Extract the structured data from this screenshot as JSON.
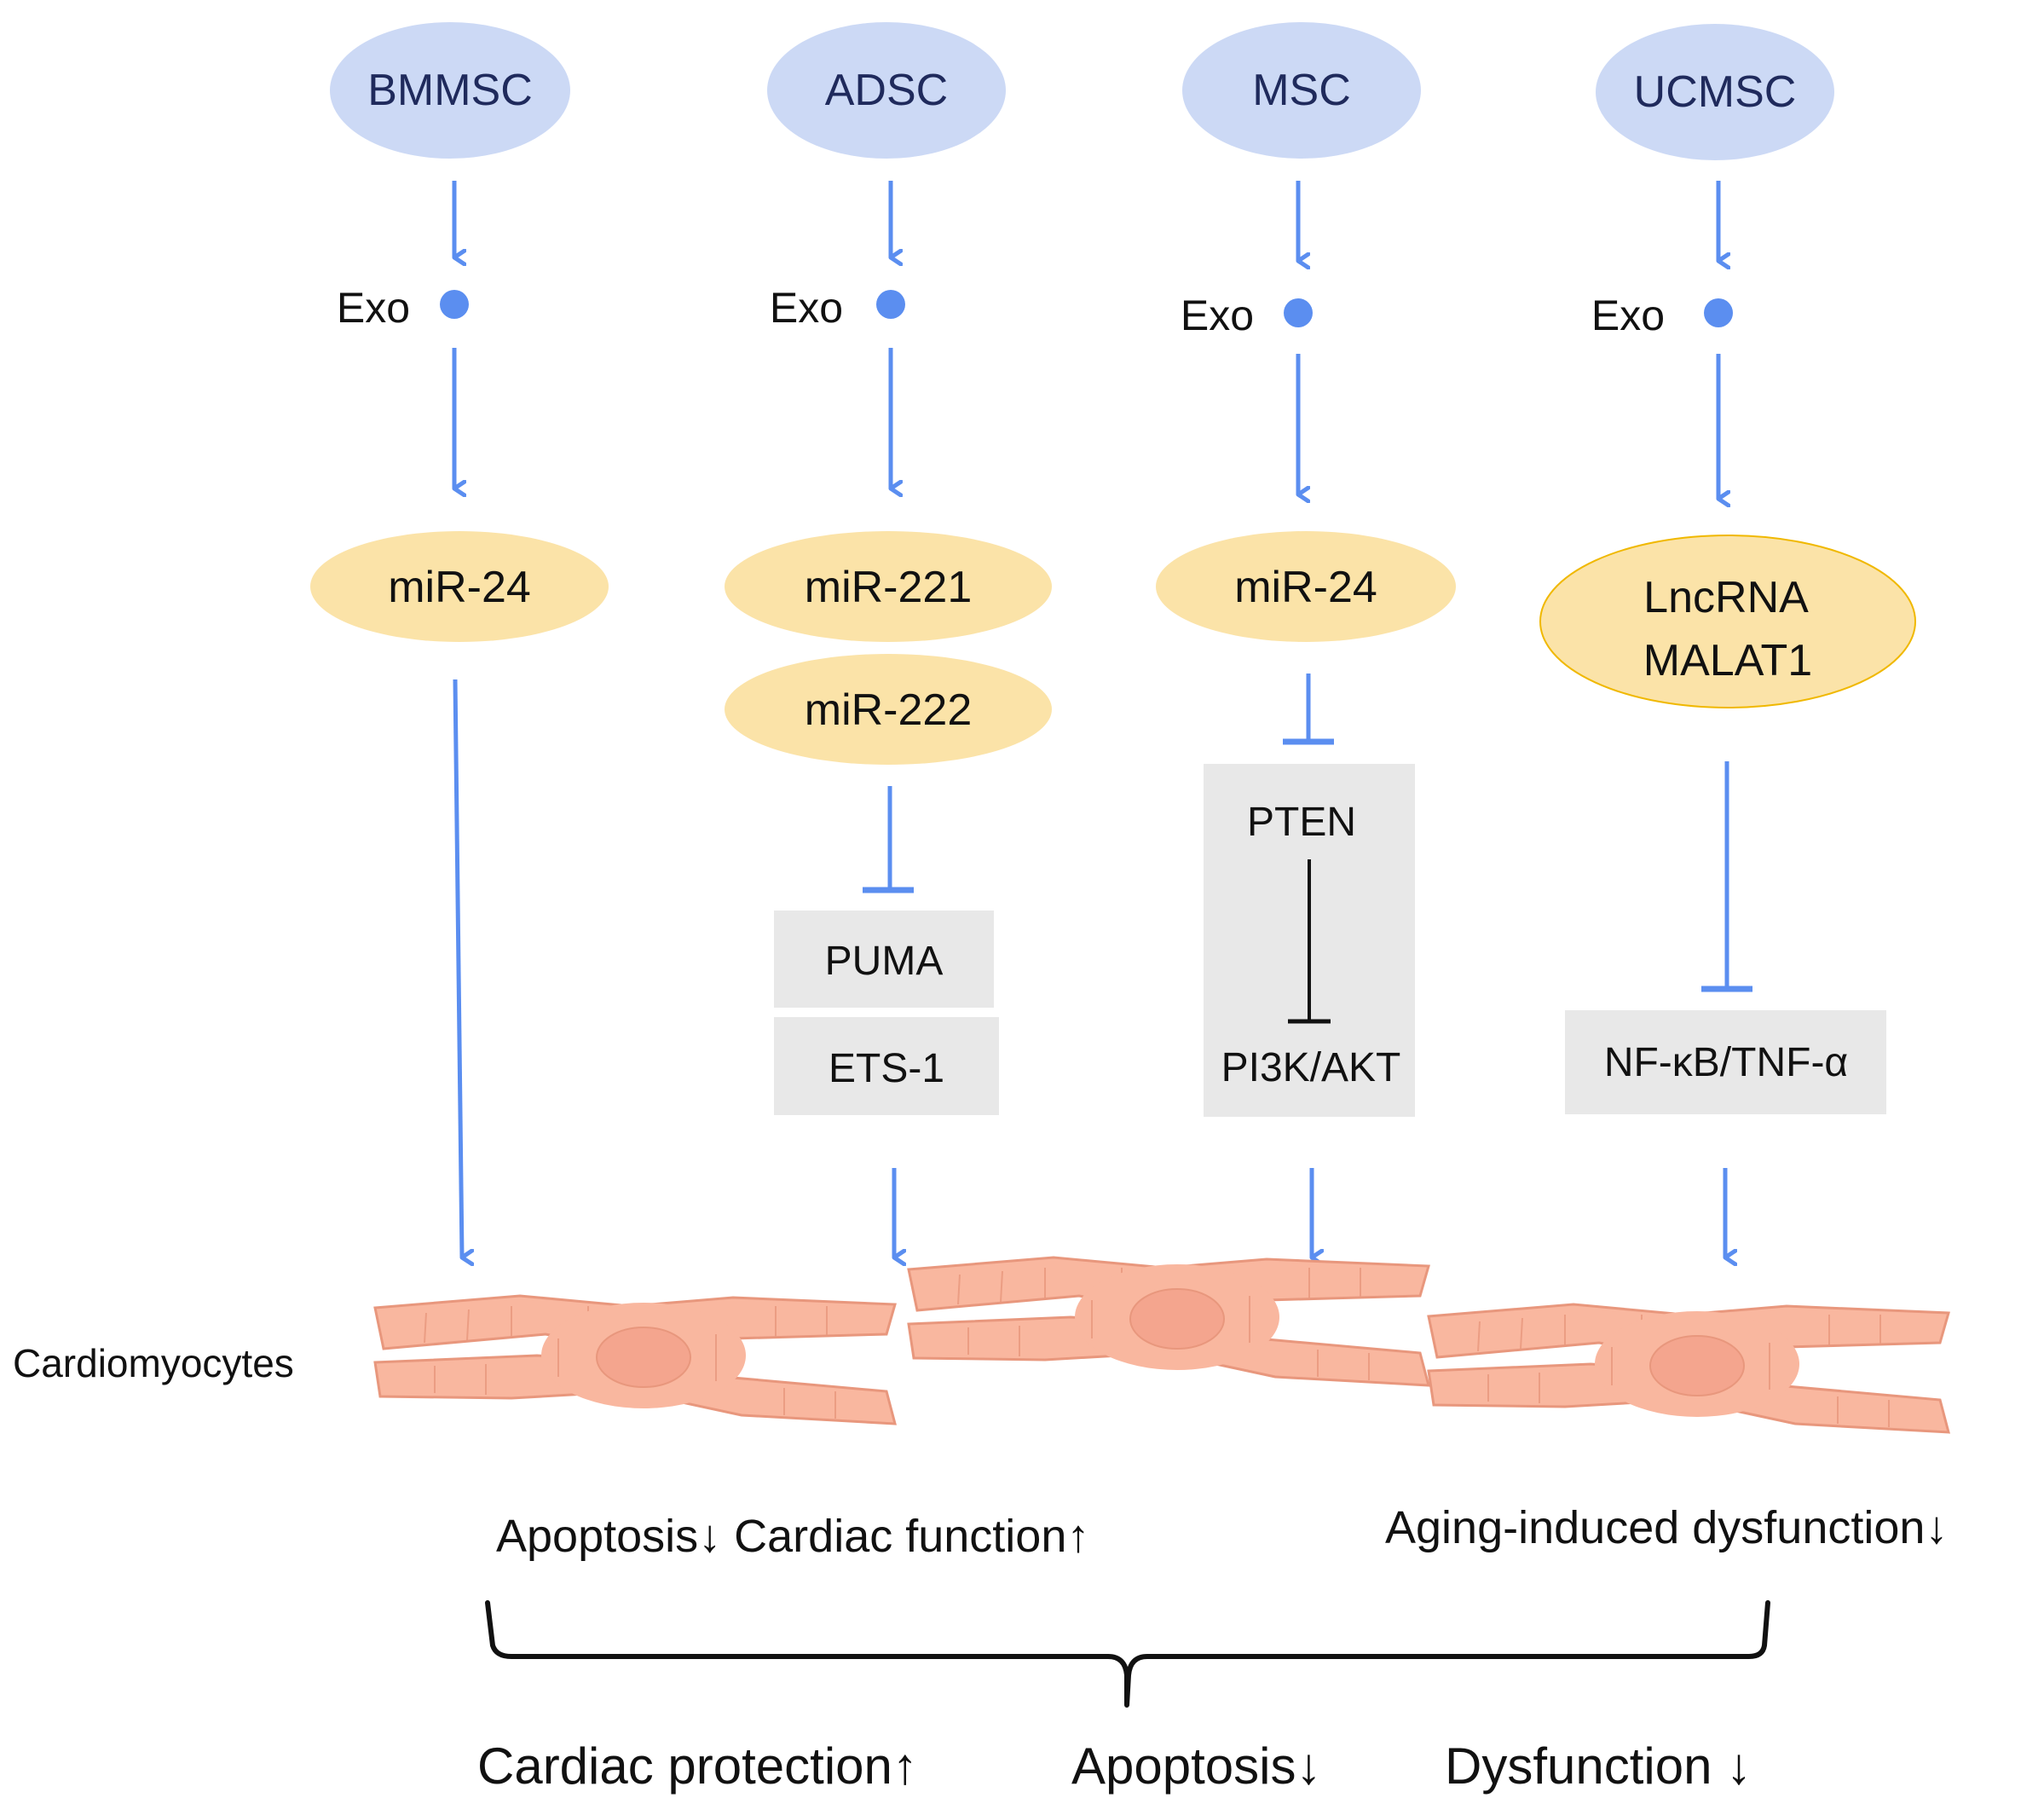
{
  "columns": [
    {
      "source": "BMMSC",
      "exo": "Exo",
      "mirna": [
        "miR-24"
      ],
      "targets": []
    },
    {
      "source": "ADSC",
      "exo": "Exo",
      "mirna": [
        "miR-221",
        "miR-222"
      ],
      "targets": [
        "PUMA",
        "ETS-1"
      ]
    },
    {
      "source": "MSC",
      "exo": "Exo",
      "mirna": [
        "miR-24"
      ],
      "targets": [
        "PTEN",
        "PI3K/AKT"
      ]
    },
    {
      "source": "UCMSC",
      "exo": "Exo",
      "mirna": [
        "LncRNA",
        "MALAT1"
      ],
      "targets": [
        "NF-κB/TNF-α"
      ]
    }
  ],
  "cells_label": "Cardiomyocytes",
  "effects": {
    "left": "Apoptosis↓ Cardiac function↑",
    "right": "Aging-induced dysfunction↓"
  },
  "summary": {
    "protection": "Cardiac protection↑",
    "apoptosis": "Apoptosis↓",
    "dysfunction": "Dysfunction ↓"
  },
  "colors": {
    "arrow": "#5b8ef0",
    "source_fill": "#ccd9f5",
    "source_text": "#1f2a5c",
    "mirna_fill": "#fbe3a8",
    "mirna_border": "#f0b800",
    "target_fill": "#e8e8e8",
    "cell_fill": "#f9b79f",
    "cell_stroke": "#e8977d"
  }
}
